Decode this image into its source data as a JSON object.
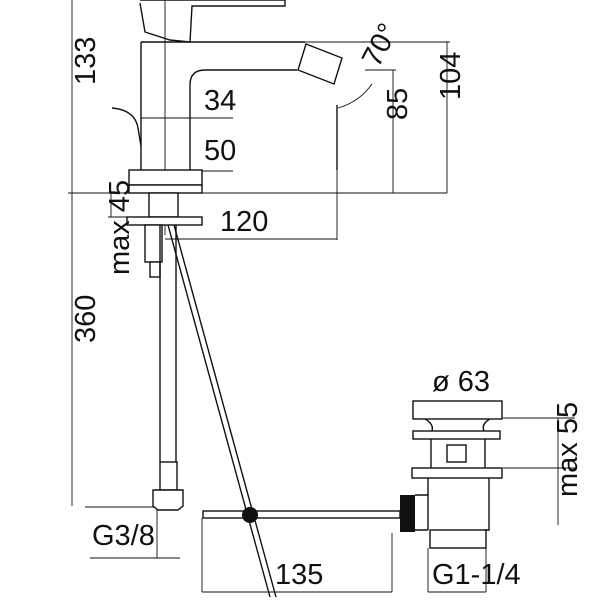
{
  "title": "Bidet mixer dimension drawing",
  "units": "mm",
  "dimensions": {
    "total_height": "133",
    "spout_reach_inner": "34",
    "body_base": "50",
    "spout_height": "104",
    "outlet_height": "85",
    "nozzle_angle": "70°",
    "spout_reach": "120",
    "deck_thickness": "max 45",
    "hose_length": "360",
    "inlet_thread": "G3/8",
    "rod_length": "135",
    "waste_diameter": "ø 63",
    "waste_height": "max 55",
    "waste_thread": "G1-1/4"
  },
  "colors": {
    "line": "#111111",
    "background": "#ffffff"
  }
}
